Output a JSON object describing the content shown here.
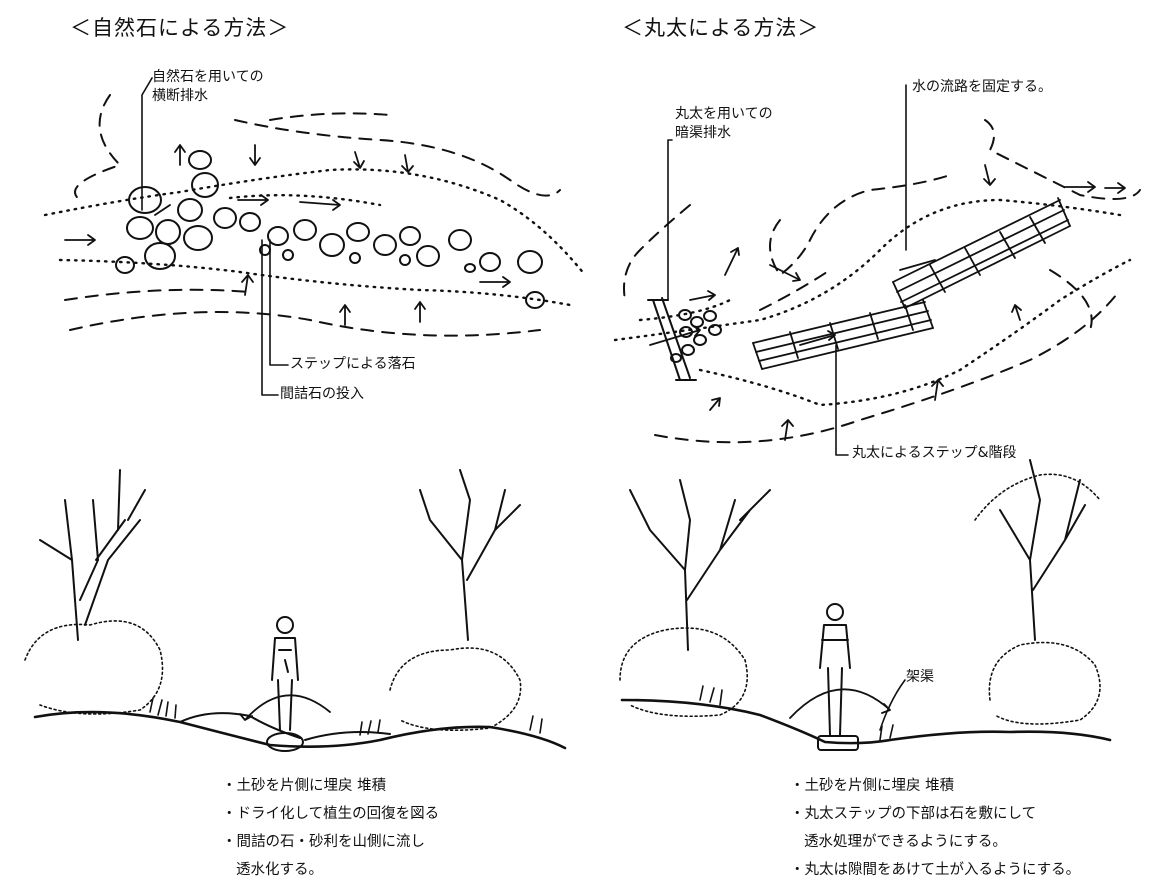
{
  "left": {
    "title": "＜自然石による方法＞",
    "callouts": {
      "stone_channel": "自然石を用いての\n横断排水",
      "step_drop": "ステップによる落石",
      "gap_stone": "間詰石の投入"
    },
    "notes": [
      "土砂を片側に埋戻 堆積",
      "ドライ化して植生の回復を図る",
      "間詰の石・砂利を山側に流し",
      "透水化する。"
    ]
  },
  "right": {
    "title": "＜丸太による方法＞",
    "callouts": {
      "log_drain": "丸太を用いての\n暗渠排水",
      "water_flow": "水の流路を固定する。",
      "log_steps": "丸太によるステップ&階段",
      "bridge": "架渠"
    },
    "notes": [
      "土砂を片側に埋戻 堆積",
      "丸太ステップの下部は石を敷にして",
      "透水処理ができるようにする。",
      "丸太は隙間をあけて土が入るようにする。"
    ]
  }
}
